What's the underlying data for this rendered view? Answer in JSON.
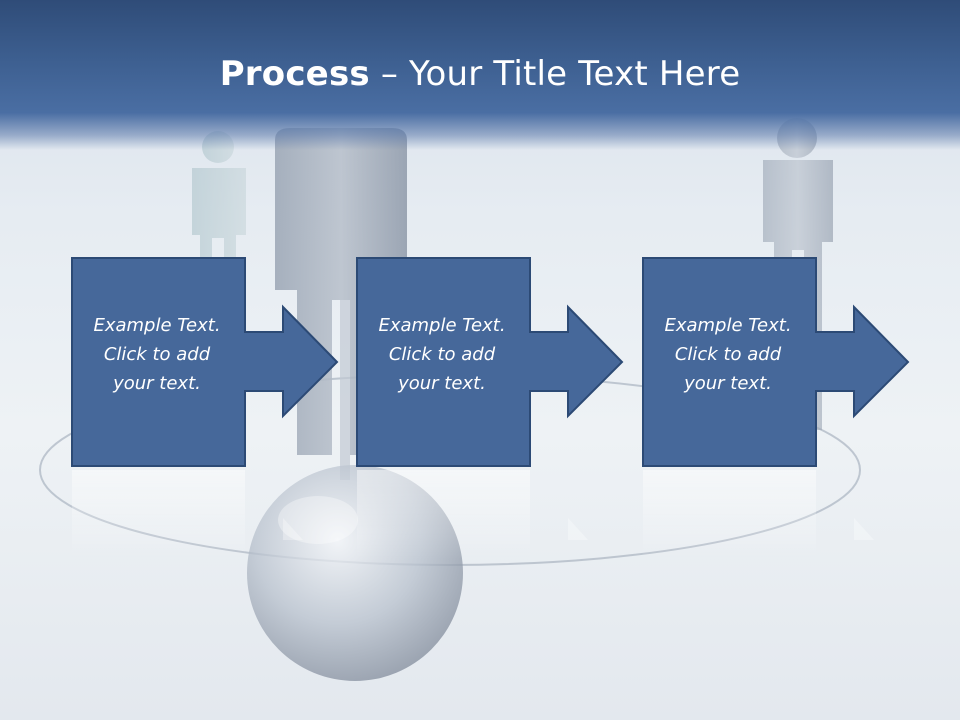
{
  "slide": {
    "title_bold": "Process",
    "title_rest": " – Your Title Text Here"
  },
  "steps": [
    {
      "text": "Example Text.\nClick  to add\nyour text."
    },
    {
      "text": "Example Text.\nClick  to add\nyour text."
    },
    {
      "text": "Example Text.\nClick  to add\nyour text."
    }
  ],
  "colors": {
    "title_band": "#3d5f90",
    "box_fill": "#46689a",
    "box_border": "#2c4a75",
    "text": "#ffffff"
  }
}
